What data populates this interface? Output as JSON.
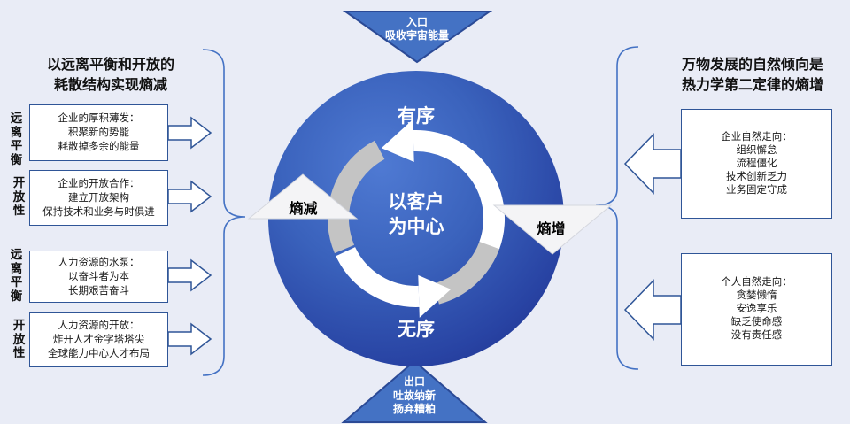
{
  "colors": {
    "background": "#e9ecf6",
    "triangle_blue": "#4472c4",
    "triangle_border": "#2b4a96",
    "box_border": "#2f5597",
    "brace_blue": "#4472c4",
    "circle_light": "#4f7ad3",
    "circle_dark": "#1d2c87",
    "ring_gray": "#c4c4c4",
    "ring_white": "#ffffff"
  },
  "top_triangle": {
    "lines": [
      "入口",
      "吸收宇宙能量"
    ]
  },
  "bottom_triangle": {
    "lines": [
      "出口",
      "吐故纳新",
      "扬弃糟粕"
    ]
  },
  "left_section": {
    "title_lines": [
      "以远离平衡和开放的",
      "耗散结构实现熵减"
    ],
    "arrow_label": "熵减",
    "items": [
      {
        "side_label": "远离平衡",
        "lines": [
          "企业的厚积薄发：",
          "积聚新的势能",
          "耗散掉多余的能量"
        ]
      },
      {
        "side_label": "开放性",
        "lines": [
          "企业的开放合作：",
          "建立开放架构",
          "保持技术和业务与时俱进"
        ]
      },
      {
        "side_label": "远离平衡",
        "lines": [
          "人力资源的水泵：",
          "以奋斗者为本",
          "长期艰苦奋斗"
        ]
      },
      {
        "side_label": "开放性",
        "lines": [
          "人力资源的开放：",
          "炸开人才金字塔塔尖",
          "全球能力中心人才布局"
        ]
      }
    ]
  },
  "right_section": {
    "title_lines": [
      "万物发展的自然倾向是",
      "热力学第二定律的熵增"
    ],
    "arrow_label": "熵增",
    "items": [
      {
        "lines": [
          "企业自然走向：",
          "组织懈怠",
          "流程僵化",
          "技术创新乏力",
          "业务固定守成"
        ]
      },
      {
        "lines": [
          "个人自然走向：",
          "贪婪懒惰",
          "安逸享乐",
          "缺乏使命感",
          "没有责任感"
        ]
      }
    ]
  },
  "center": {
    "top_label": "有序",
    "bottom_label": "无序",
    "core_lines": [
      "以客户",
      "为中心"
    ]
  }
}
